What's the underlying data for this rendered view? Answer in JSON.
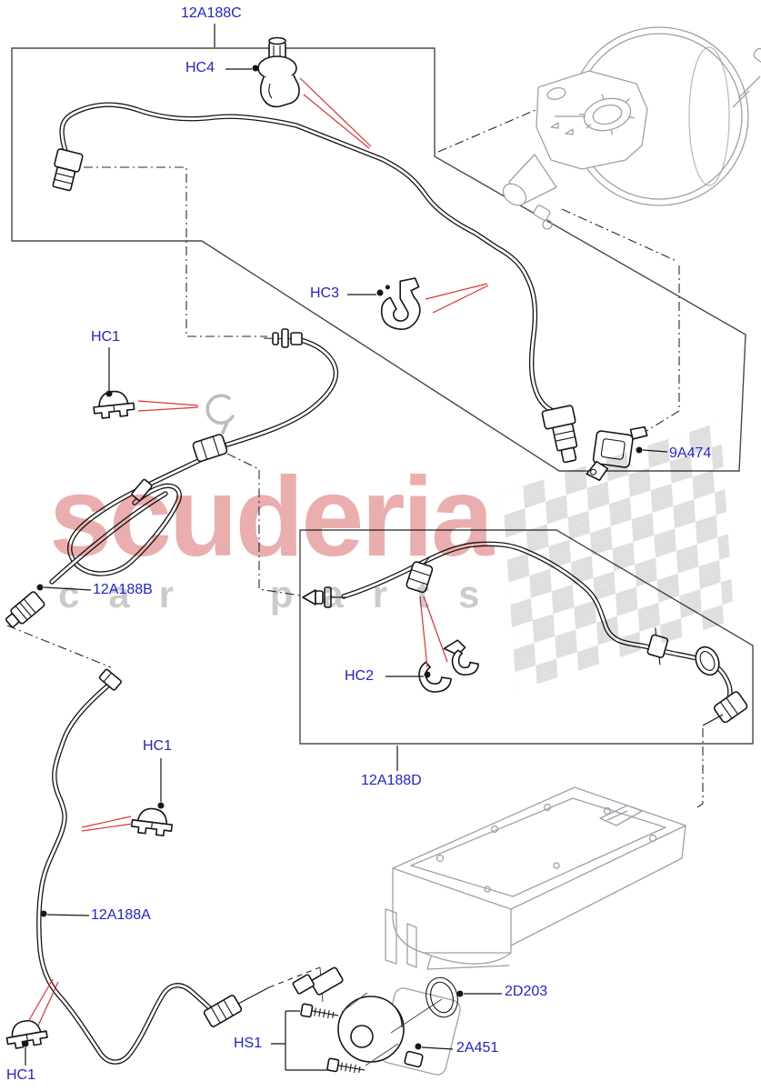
{
  "diagram": {
    "labels": {
      "hose_c": "12A188C",
      "hc4": "HC4",
      "hc3": "HC3",
      "hc1": "HC1",
      "sensor": "9A474",
      "hose_b": "12A188B",
      "hc2": "HC2",
      "hose_d": "12A188D",
      "hose_a": "12A188A",
      "pump": "HS1",
      "oring": "2D203",
      "bolts": "2A451"
    },
    "watermark": {
      "brand": "scuderia",
      "subtext": "car parts"
    },
    "colors": {
      "label_blue": "#2323cd",
      "leader_red": "#e03232",
      "line_black": "#161616",
      "component_gray": "#9aa2a8",
      "watermark_pink": "rgba(201,42,42,0.38)",
      "watermark_gray": "rgba(140,140,140,0.45)"
    }
  }
}
